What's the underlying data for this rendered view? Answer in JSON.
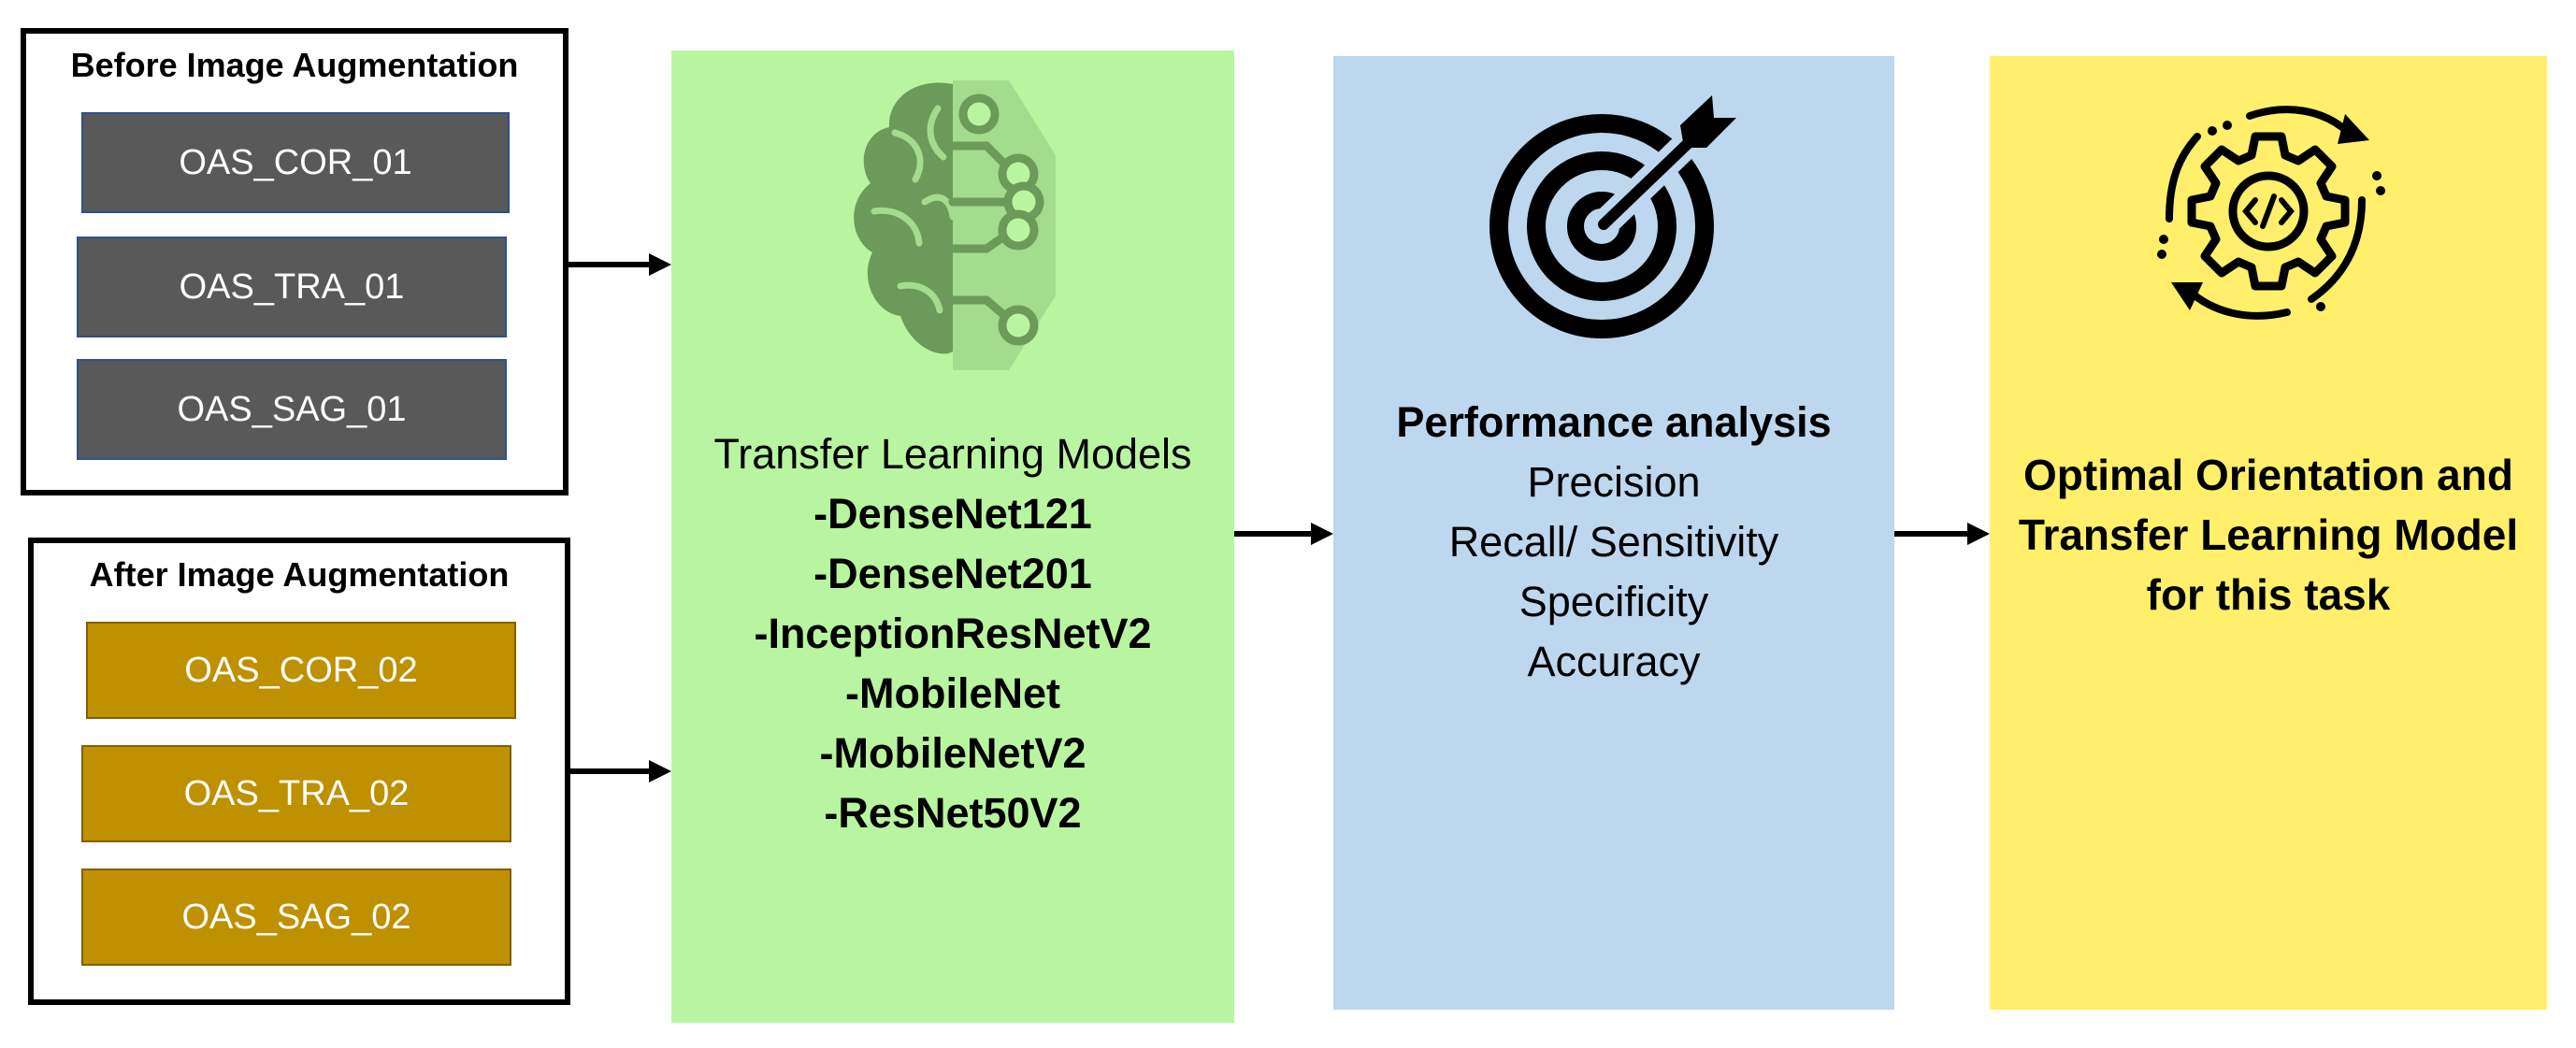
{
  "before_group": {
    "title": "Before Image Augmentation",
    "items": [
      "OAS_COR_01",
      "OAS_TRA_01",
      "OAS_SAG_01"
    ]
  },
  "after_group": {
    "title": "After Image Augmentation",
    "items": [
      "OAS_COR_02",
      "OAS_TRA_02",
      "OAS_SAG_02"
    ]
  },
  "models_panel": {
    "icon": "brain-circuit-icon",
    "heading": "Transfer Learning Models",
    "models": [
      "-DenseNet121",
      "-DenseNet201",
      "-InceptionResNetV2",
      "-MobileNet",
      "-MobileNetV2",
      "-ResNet50V2"
    ]
  },
  "performance_panel": {
    "icon": "target-arrow-icon",
    "heading": "Performance analysis",
    "metrics": [
      "Precision",
      "Recall/ Sensitivity",
      "Specificity",
      "Accuracy"
    ]
  },
  "result_panel": {
    "icon": "gear-code-cycle-icon",
    "text_lines": [
      "Optimal Orientation and",
      "Transfer Learning Model",
      "for this task"
    ]
  },
  "colors": {
    "dark_box": "#595959",
    "gold_box": "#bf9000",
    "green_panel": "#b9f5a0",
    "blue_panel": "#bdd7ee",
    "yellow_panel": "#ffef6b"
  }
}
